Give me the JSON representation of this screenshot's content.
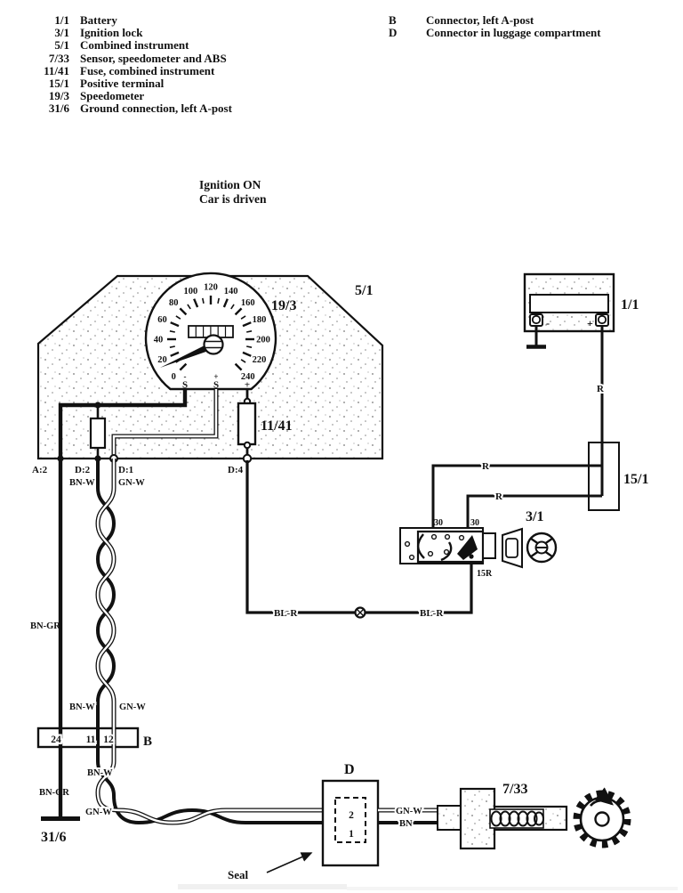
{
  "legend_left": [
    {
      "ref": "1/1",
      "label": "Battery"
    },
    {
      "ref": "3/1",
      "label": "Ignition lock"
    },
    {
      "ref": "5/1",
      "label": "Combined instrument"
    },
    {
      "ref": "7/33",
      "label": "Sensor, speedometer and ABS"
    },
    {
      "ref": "11/41",
      "label": "Fuse, combined instrument"
    },
    {
      "ref": "15/1",
      "label": "Positive terminal"
    },
    {
      "ref": "19/3",
      "label": "Speedometer"
    },
    {
      "ref": "31/6",
      "label": "Ground connection, left A-post"
    }
  ],
  "legend_right": [
    {
      "ref": "B",
      "label": "Connector, left A-post"
    },
    {
      "ref": "D",
      "label": "Connector in luggage compartment"
    }
  ],
  "condition": {
    "line1": "Ignition ON",
    "line2": "Car is driven"
  },
  "labels": {
    "combined_instrument": "5/1",
    "speedometer": "19/3",
    "fuse": "11/41",
    "battery": "1/1",
    "positive_terminal": "15/1",
    "ignition_lock": "3/1",
    "connector_b": "B",
    "connector_d": "D",
    "sensor": "7/33",
    "ground": "31/6",
    "seal": "Seal"
  },
  "gauge": {
    "unit_ticks": [
      "0",
      "20",
      "40",
      "60",
      "80",
      "100",
      "120",
      "140",
      "160",
      "180",
      "200",
      "220",
      "240"
    ],
    "terminal_minus": "-",
    "terminal_plus": "+",
    "terminal_s": "S"
  },
  "pins": {
    "a2": "A:2",
    "d2": "D:2",
    "d1": "D:1",
    "d4": "D:4",
    "b_24": "24",
    "b_11": "11",
    "b_12": "12",
    "ign_30": "30",
    "ign_15r": "15R",
    "d_2": "2",
    "d_1": "1",
    "batt_minus": "-",
    "batt_plus": "+"
  },
  "wire_codes": {
    "bn_w": "BN-W",
    "gn_w": "GN-W",
    "bn_gr": "BN-GR",
    "bl_r": "BL-R",
    "r": "R",
    "bn": "BN"
  }
}
